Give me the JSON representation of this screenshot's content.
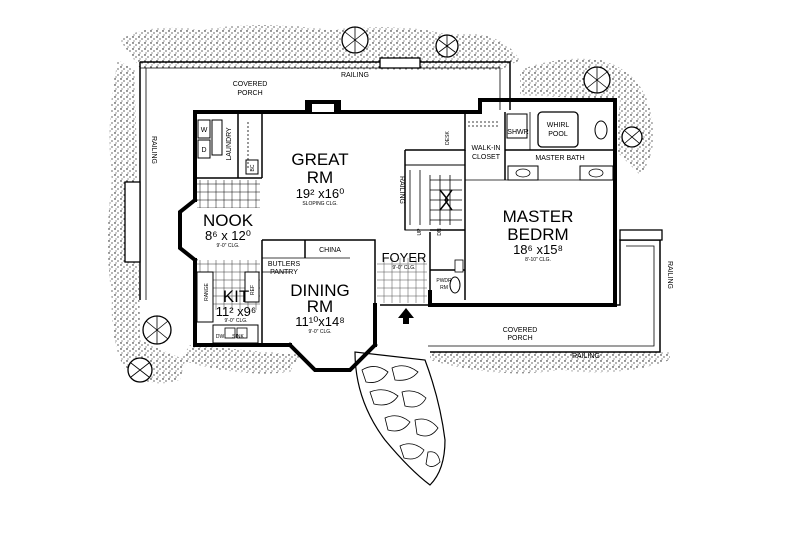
{
  "rooms": {
    "great": {
      "name1": "GREAT",
      "name2": "RM",
      "dims": "19² x16⁰",
      "ceiling": "SLOPING CLG."
    },
    "master": {
      "name1": "MASTER",
      "name2": "BEDRM",
      "dims": "18⁶ x15⁸",
      "ceiling": "8'-10\" CLG."
    },
    "nook": {
      "name": "NOOK",
      "dims": "8⁶ x 12⁰",
      "ceiling": "9'-0\" CLG."
    },
    "kit": {
      "name": "KIT",
      "dims": "11² x9⁶",
      "ceiling": "9'-0\" CLG."
    },
    "dining": {
      "name1": "DINING",
      "name2": "RM",
      "dims": "11¹⁰x14⁸",
      "ceiling": "9'-0\" CLG."
    },
    "foyer": {
      "name": "FOYER",
      "ceiling": "9'-0\" CLG."
    }
  },
  "labels": {
    "covered_porch_top": [
      "COVERED",
      "PORCH"
    ],
    "covered_porch_bottom": [
      "COVERED",
      "PORCH"
    ],
    "railing_top": "RAILING",
    "railing_left": "RAILING",
    "railing_right": "RAILING",
    "railing_bottom": "RAILING",
    "railing_stair": "RAILING",
    "laundry": "LAUNDRY",
    "w": "W",
    "d": "D",
    "bc": "BC",
    "china": "CHINA",
    "butlers_pantry": [
      "BUTLERS",
      "PANTRY"
    ],
    "range": "RANGE",
    "ref": "REF",
    "dw": "DW",
    "sink": "SINK",
    "desk": "DESK",
    "shwr": "SHWR",
    "whirlpool": [
      "WHIRL",
      "POOL"
    ],
    "master_bath": "MASTER BATH",
    "walk_in_closet": [
      "WALK-IN",
      "CLOSET"
    ],
    "pwdr_rm": [
      "PWDR",
      "RM"
    ],
    "up": "UP",
    "dn": "DN"
  },
  "colors": {
    "ink": "#000000",
    "paper": "#ffffff"
  }
}
